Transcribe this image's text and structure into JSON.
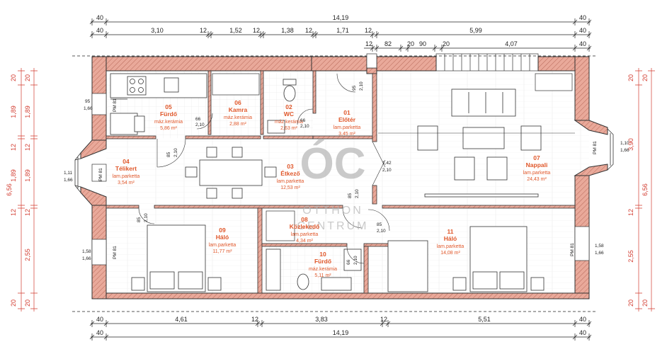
{
  "top_dims": {
    "total": "14,19",
    "edge": "40",
    "row2": [
      "3,10",
      "12",
      "1,52",
      "12",
      "1,38",
      "12",
      "1,71",
      "12",
      "5,99"
    ],
    "row3": [
      "12",
      "82",
      "20",
      "90",
      "20",
      "4,07"
    ]
  },
  "bottom_dims": {
    "total": "14,19",
    "edge": "40",
    "row1": [
      "4,61",
      "12",
      "3,83",
      "12",
      "5,51"
    ]
  },
  "left_dims": {
    "outer": [
      "20",
      "1,89",
      "12",
      "1,89",
      "12",
      "2,55",
      "20"
    ],
    "total": "6,56"
  },
  "right_dims": {
    "outer": [
      "20",
      "3,90",
      "12",
      "2,55",
      "20"
    ],
    "total": "6,56"
  },
  "rooms": [
    {
      "num": "05",
      "name": "Fürdő",
      "floor": "máz.kerámia",
      "area": "5,86 m²"
    },
    {
      "num": "06",
      "name": "Kamra",
      "floor": "máz.kerámia",
      "area": "2,88 m²"
    },
    {
      "num": "02",
      "name": "WC",
      "floor": "máz.kerámia",
      "area": "2,63 m²"
    },
    {
      "num": "01",
      "name": "Előtér",
      "floor": "lam.parketta",
      "area": "3,45 m²"
    },
    {
      "num": "04",
      "name": "Télikert",
      "floor": "lam.parketta",
      "area": "3,54 m²"
    },
    {
      "num": "03",
      "name": "Étkező",
      "floor": "lam.parketta",
      "area": "12,53 m²"
    },
    {
      "num": "07",
      "name": "Nappali",
      "floor": "lam.parketta",
      "area": "24,43 m²"
    },
    {
      "num": "08",
      "name": "Közlekedő",
      "floor": "lam.parketta",
      "area": "4,34 m²"
    },
    {
      "num": "09",
      "name": "Háló",
      "floor": "lam.parketta",
      "area": "11,77 m²"
    },
    {
      "num": "10",
      "name": "Fürdő",
      "floor": "máz.kerámia",
      "area": "5,11 m²"
    },
    {
      "num": "11",
      "name": "Háló",
      "floor": "lam.parketta",
      "area": "14,08 m²"
    }
  ],
  "openings": {
    "w_pm81": "PM 81",
    "w_95": "95",
    "w_166": "1,66",
    "w_111": "1,11",
    "w_158": "1,58",
    "w_110": "1,10",
    "d_66": "66",
    "d_210": "2,10",
    "d_85": "85",
    "d_142": "1,42",
    "d_95": "95"
  },
  "watermark": {
    "logo": "ÓC",
    "line1": "OTTHON",
    "line2": "CENTRUM"
  }
}
